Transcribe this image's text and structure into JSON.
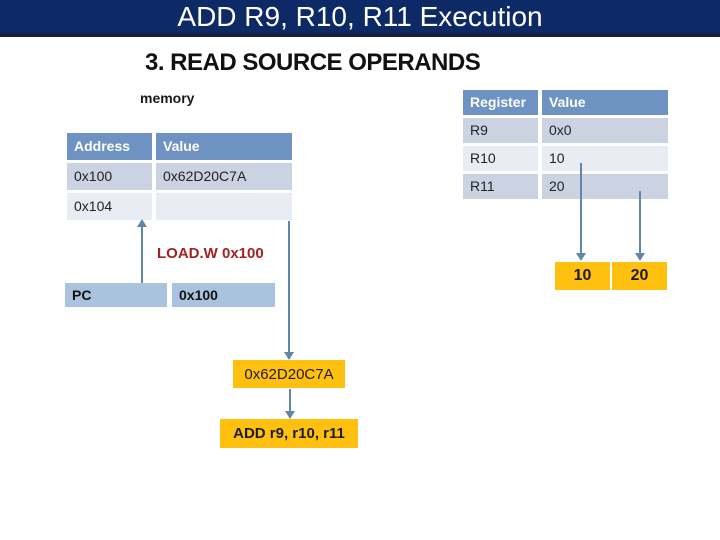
{
  "slide": {
    "title": "ADD R9, R10, R11 Execution",
    "subtitle": "3. READ SOURCE OPERANDS"
  },
  "memory": {
    "label": "memory",
    "headers": [
      "Address",
      "Value"
    ],
    "rows": [
      {
        "address": "0x100",
        "value": "0x62D20C7A"
      },
      {
        "address": "0x104",
        "value": ""
      }
    ]
  },
  "registers": {
    "headers": [
      "Register",
      "Value"
    ],
    "rows": [
      {
        "register": "R9",
        "value": "0x0"
      },
      {
        "register": "R10",
        "value": "10"
      },
      {
        "register": "R11",
        "value": "20"
      }
    ]
  },
  "cpu": {
    "instruction_label": "LOAD.W 0x100",
    "pc_label": "PC",
    "pc_value": "0x100",
    "fetched_value": "0x62D20C7A",
    "decoded_instruction": "ADD r9, r10, r11",
    "operand1": "10",
    "operand2": "20"
  },
  "colors": {
    "title_bar": "#0d2a66",
    "title_bar_edge": "#15203c",
    "table_header": "#6e93c2",
    "row_dark": "#cbd3e2",
    "row_light": "#e9ecf3",
    "pc_box": "#a9c3df",
    "highlight_box": "#ffc010",
    "connector": "#6286a6",
    "instruction_text": "#a32322"
  }
}
